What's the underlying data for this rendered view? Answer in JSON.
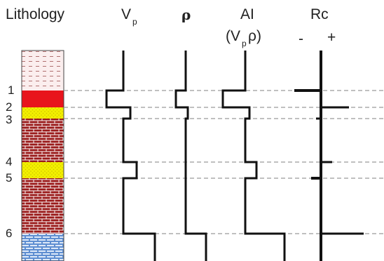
{
  "headers": {
    "lithology": "Lithology",
    "vp_main": "V",
    "vp_sub": "p",
    "rho": "ρ",
    "ai_main": "AI",
    "ai_open": "(V",
    "ai_sub": "p",
    "ai_close": "ρ)",
    "rc": "Rc",
    "rc_minus": "-",
    "rc_plus": "+"
  },
  "boundaries": [
    "1",
    "2",
    "3",
    "4",
    "5",
    "6"
  ],
  "colors": {
    "shale_pattern": "#b07070",
    "red_layer": "#e8141c",
    "yellow_layer": "#f2f000",
    "limestone_pattern": "#3f78c8",
    "guide_line": "#9a9a9a",
    "log_line": "#111111"
  },
  "icons": {
    "shale": "dashed-brick-pattern",
    "sand": "dotted-pattern",
    "carbonate": "brick-pattern"
  }
}
